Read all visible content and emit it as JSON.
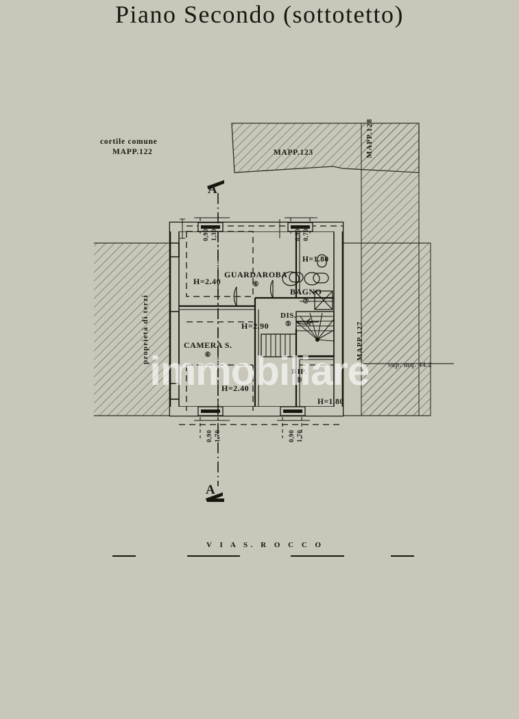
{
  "document": {
    "title": "Piano Secondo (sottotetto)",
    "street": "V I A   S.   R O C C O",
    "watermark": "immobiliare",
    "background_color": "#c9c7ba",
    "ink_color": "#17170f"
  },
  "parcels": {
    "cortile_line1": "cortile comune",
    "cortile_line2": "MAPP.122",
    "mapp_123": "MAPP.123",
    "mapp_128": "MAPP.128",
    "mapp_127": "MAPP.127",
    "proprieta_terzi": "proprietà di terzi",
    "superficie": "sup. mq. 44.2"
  },
  "section_markers": {
    "top": "A",
    "bottom": "A"
  },
  "rooms": [
    {
      "name": "GUARDAROBA",
      "number": "6",
      "height": "H=2.40"
    },
    {
      "name": "BAGNO",
      "number": "7",
      "height": "H=1.80"
    },
    {
      "name": "DIS.",
      "number": "5",
      "height": "H=2.90"
    },
    {
      "name": "CAMERA S.",
      "number": "6",
      "height": "H=2.40"
    },
    {
      "name": "RIP.",
      "number": "9",
      "height": "H=1.80"
    }
  ],
  "heights": {
    "guardaroba": "H=2.40",
    "bagno": "H=1.80",
    "disimpegno": "H=2.90",
    "camera": "H=2.40",
    "ripostiglio": "H=1.80"
  },
  "openings": [
    {
      "position": "top-left",
      "width": "0,90",
      "height": "1,30"
    },
    {
      "position": "top-right",
      "width": "0,90",
      "height": "0,70"
    },
    {
      "position": "bottom-left",
      "width": "0,90",
      "height": "1,70"
    },
    {
      "position": "bottom-right",
      "width": "0,90",
      "height": "1,70"
    }
  ],
  "drawing": {
    "type": "floor-plan",
    "floor": "second floor / attic",
    "total_area_sqm": 44.2
  }
}
